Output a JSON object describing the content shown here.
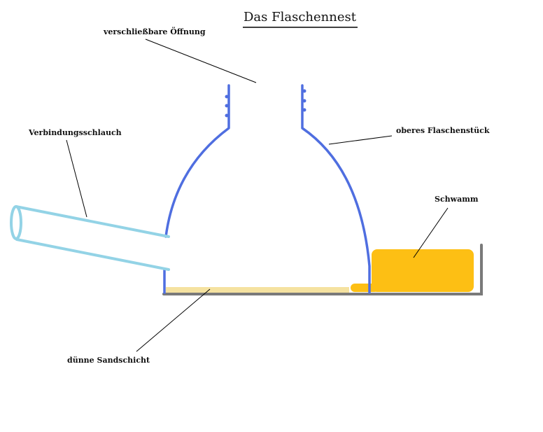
{
  "title": "Das Flaschennest",
  "labels": {
    "opening": "verschließbare  Öffnung",
    "hose": "Verbindungsschlauch",
    "upper_bottle": "oberes Flaschenstück",
    "sponge": "Schwamm",
    "sand": "dünne Sandschicht"
  },
  "colors": {
    "bottle": "#4f6ee0",
    "hose": "#93d3e6",
    "sponge": "#fdbf14",
    "sand": "#f5e2a0",
    "base": "#7a7a7a",
    "leader": "#000000"
  }
}
